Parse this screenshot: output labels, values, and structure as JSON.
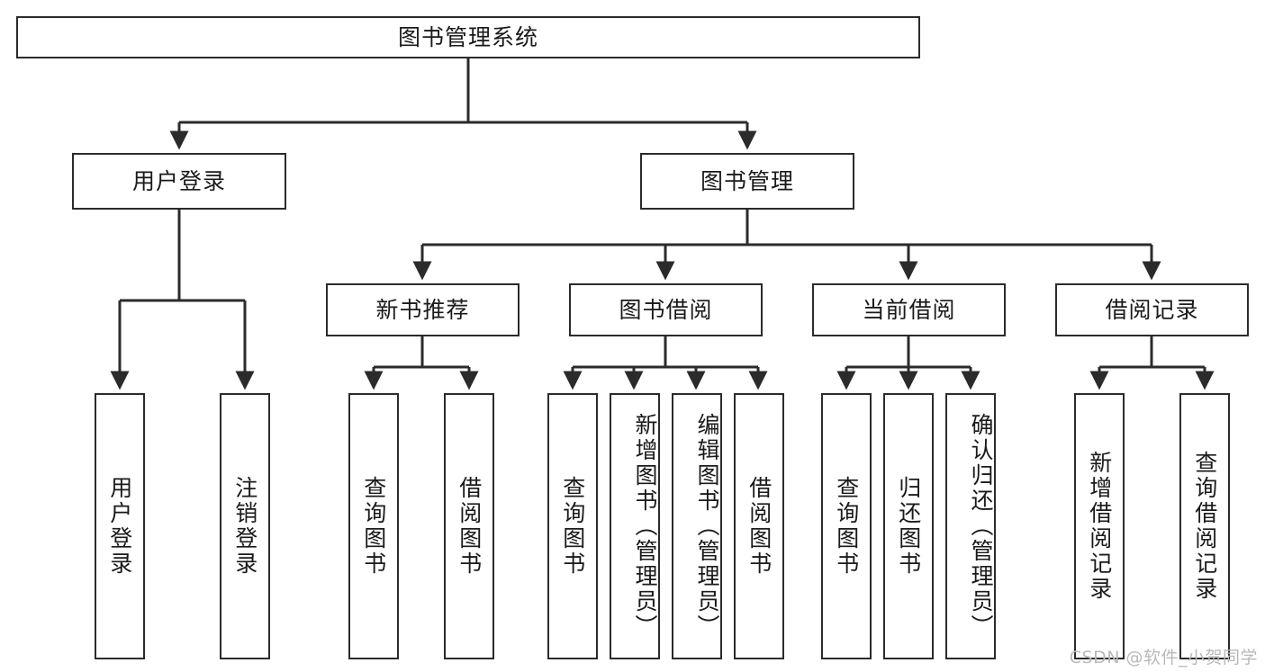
{
  "diagram": {
    "type": "tree-hierarchy-chart",
    "title": "图书管理系统",
    "orientation": "top-down",
    "line_color": "#2b2b2b",
    "box_fill": "#ffffff",
    "text_color": "#1a1a1a",
    "root": {
      "id": "root",
      "label": "图书管理系统"
    },
    "level2": [
      {
        "id": "user-login",
        "label": "用户登录"
      },
      {
        "id": "book-manage",
        "label": "图书管理"
      }
    ],
    "level3": [
      {
        "id": "new-book-recommend",
        "label": "新书推荐",
        "parent": "book-manage"
      },
      {
        "id": "book-borrow",
        "label": "图书借阅",
        "parent": "book-manage"
      },
      {
        "id": "current-borrow",
        "label": "当前借阅",
        "parent": "book-manage"
      },
      {
        "id": "borrow-record",
        "label": "借阅记录",
        "parent": "book-manage"
      }
    ],
    "leaves": [
      {
        "id": "leaf-user-login",
        "label": "用户登录",
        "parent": "user-login"
      },
      {
        "id": "leaf-user-logout",
        "label": "注销登录",
        "parent": "user-login"
      },
      {
        "id": "leaf-query-book-1",
        "label": "查询图书",
        "parent": "new-book-recommend"
      },
      {
        "id": "leaf-borrow-book-1",
        "label": "借阅图书",
        "parent": "new-book-recommend"
      },
      {
        "id": "leaf-query-book-2",
        "label": "查询图书",
        "parent": "book-borrow"
      },
      {
        "id": "leaf-add-book",
        "label": "新增图书（管理员）",
        "parent": "book-borrow"
      },
      {
        "id": "leaf-edit-book",
        "label": "编辑图书（管理员）",
        "parent": "book-borrow"
      },
      {
        "id": "leaf-borrow-book-2",
        "label": "借阅图书",
        "parent": "book-borrow"
      },
      {
        "id": "leaf-query-book-3",
        "label": "查询图书",
        "parent": "current-borrow"
      },
      {
        "id": "leaf-return-book",
        "label": "归还图书",
        "parent": "current-borrow"
      },
      {
        "id": "leaf-confirm-return",
        "label": "确认归还（管理员）",
        "parent": "current-borrow"
      },
      {
        "id": "leaf-add-record",
        "label": "新增借阅记录",
        "parent": "borrow-record"
      },
      {
        "id": "leaf-query-record",
        "label": "查询借阅记录",
        "parent": "borrow-record"
      }
    ]
  },
  "watermark": {
    "text": "CSDN @软件_小贺同学"
  }
}
